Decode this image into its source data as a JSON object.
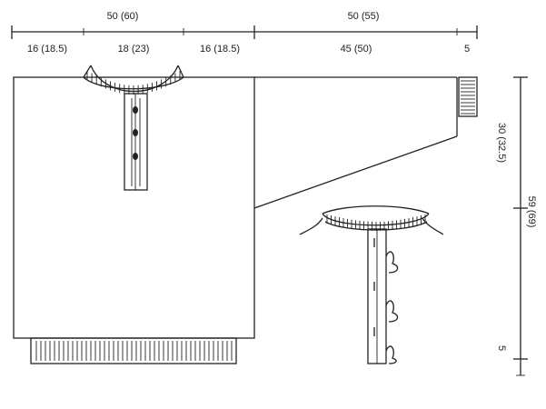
{
  "dimensions": {
    "body_width": "50 (60)",
    "sleeve_width": "50 (55)",
    "left_shoulder": "16 (18.5)",
    "neck_width": "18 (23)",
    "right_shoulder": "16 (18.5)",
    "sleeve_main": "45 (50)",
    "cuff_length": "5",
    "armhole_depth": "30 (32.5)",
    "total_length": "59 (69)",
    "hem_rib": "5"
  }
}
